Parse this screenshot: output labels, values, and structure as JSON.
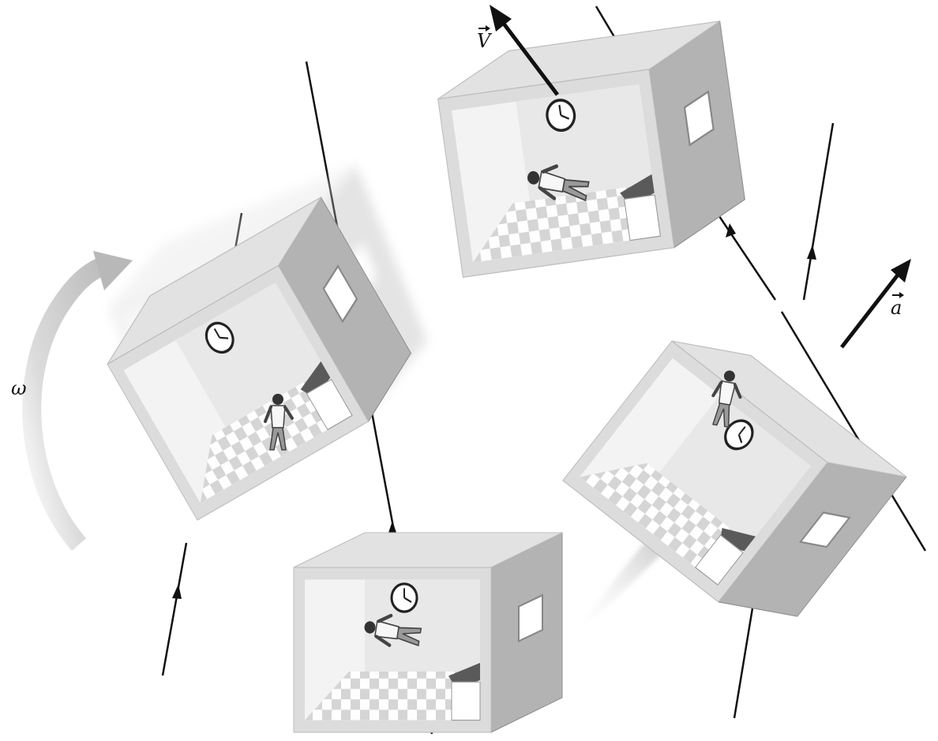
{
  "labels": {
    "omega": "ω",
    "velocity": "V",
    "acceleration": "a"
  },
  "colors": {
    "ink": "#111111",
    "wall": "#d6d6d6",
    "wall_dark": "#a9a9a9",
    "inner": "#efefef",
    "floor_a": "#ffffff",
    "floor_b": "#cfcfcf"
  }
}
